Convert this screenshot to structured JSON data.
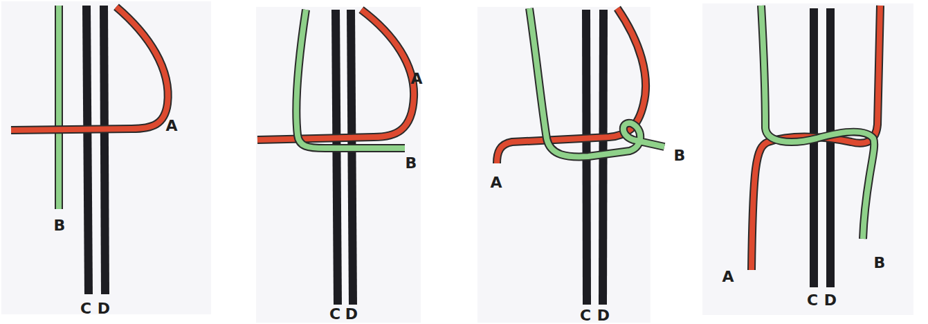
{
  "diagram": {
    "labels": [
      "A",
      "B",
      "C",
      "D",
      "A",
      "B",
      "C",
      "D",
      "B",
      "A",
      "C",
      "D",
      "A",
      "B",
      "C",
      "D"
    ]
  }
}
